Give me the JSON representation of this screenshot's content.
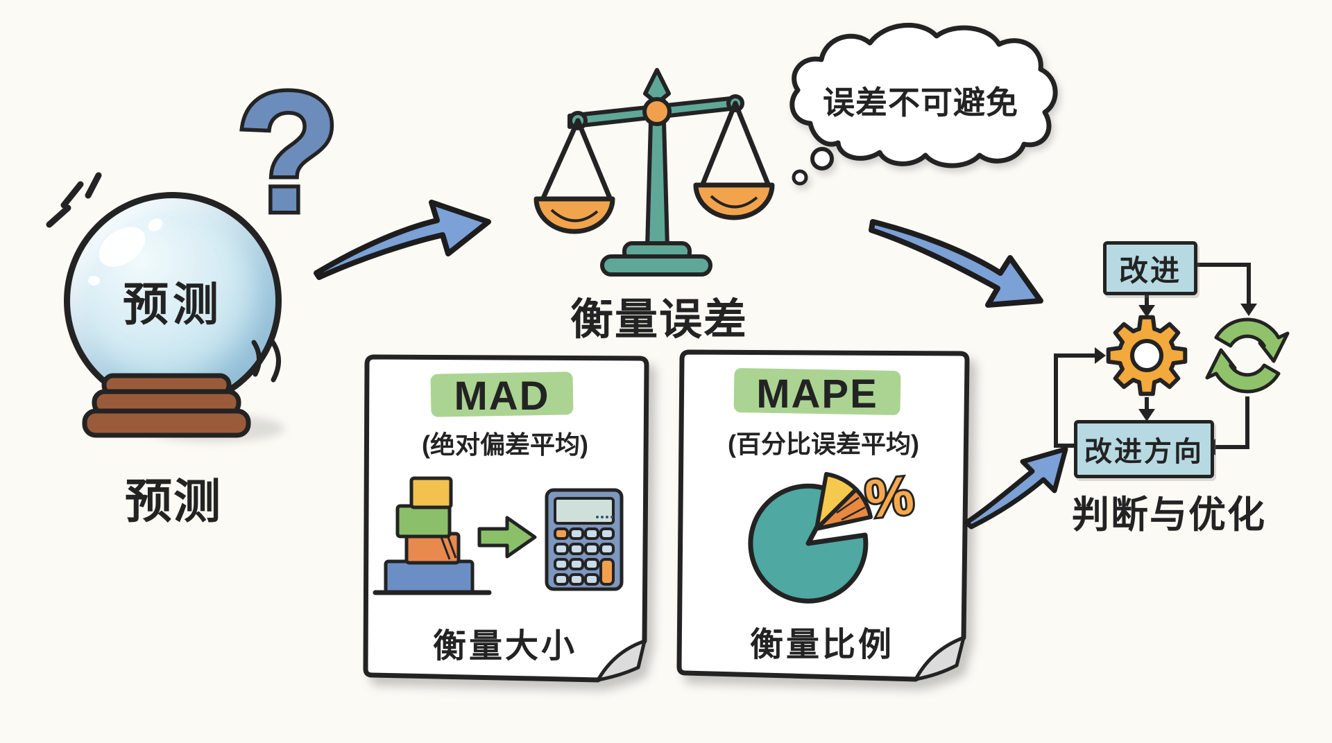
{
  "background": "#fbfaf5",
  "palette": {
    "ink": "#232323",
    "arrow_blue": "#7ba1d6",
    "scale_teal": "#57a796",
    "pan_orange": "#f2a44c",
    "gear_orange": "#f3a93c",
    "cycle_green": "#8fc26a",
    "flow_box_blue": "#b7d9e2",
    "highlight_green": "#abd492",
    "base_brown": "#9a5b3a",
    "ball_blue": "#cfe9f2",
    "pie_teal": "#4fa8a2",
    "pie_yellow": "#f5c94e",
    "pie_orange": "#e8893f"
  },
  "crystal_ball": {
    "inner_label": "预测",
    "caption": "预测"
  },
  "question_mark": "?",
  "scale_section": {
    "caption": "衡量误差"
  },
  "thought_cloud": {
    "text": "误差不可避免"
  },
  "cards": [
    {
      "title": "MAD",
      "subtitle": "(绝对偏差平均)",
      "caption": "衡量大小"
    },
    {
      "title": "MAPE",
      "subtitle": "(百分比误差平均)",
      "caption": "衡量比例",
      "percent_symbol": "%"
    }
  ],
  "flowchart": {
    "box_top": "改进",
    "box_bottom": "改进方向",
    "caption": "判断与优化"
  }
}
